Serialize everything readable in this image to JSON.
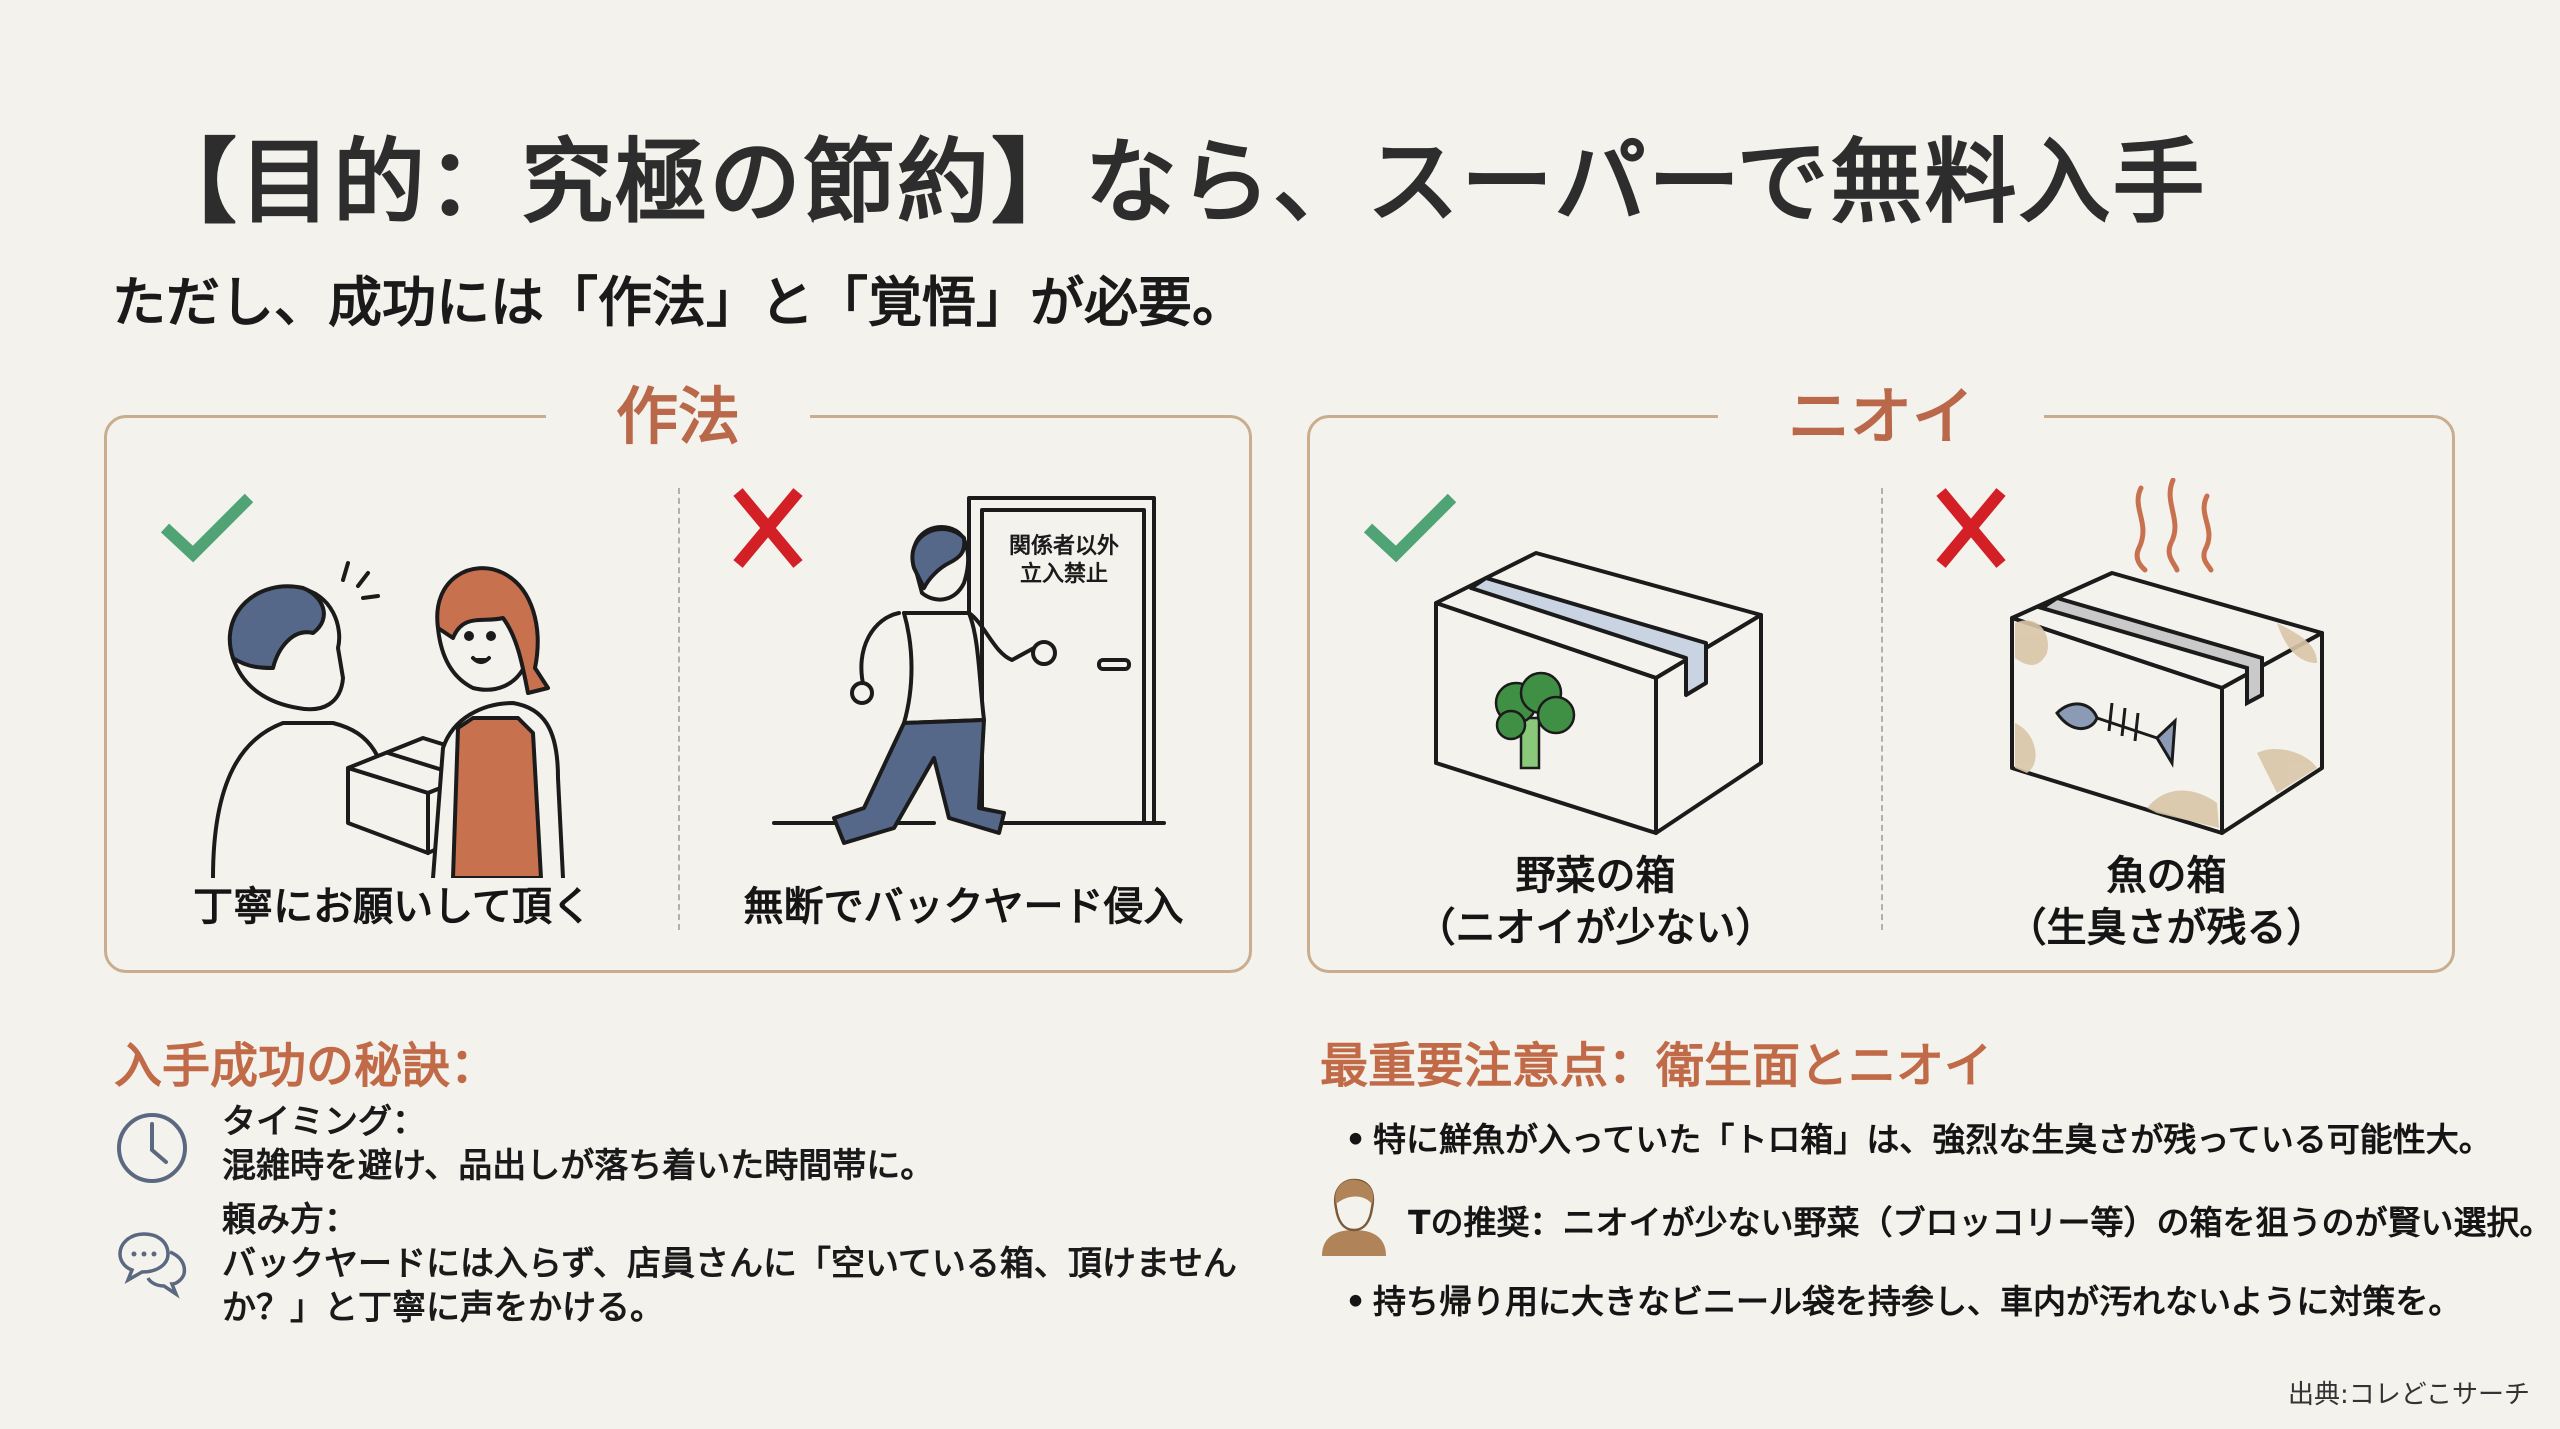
{
  "header": {
    "title": "【目的：究極の節約】なら、スーパーで無料入手",
    "subtitle": "ただし、成功には「作法」と「覚悟」が必要。"
  },
  "colors": {
    "background": "#f4f2ed",
    "accent": "#c06a48",
    "panel_border": "#c9ad8e",
    "good": "#4fa374",
    "bad": "#d31f26"
  },
  "panels": [
    {
      "title": "作法",
      "items": [
        {
          "verdict": "good",
          "icon": "check-icon",
          "illustration": "customer-receiving-box-from-staff",
          "caption": "丁寧にお願いして頂く"
        },
        {
          "verdict": "bad",
          "icon": "cross-icon",
          "illustration": "man-entering-staff-only-door",
          "door_sign": [
            "関係者以外",
            "立入禁止"
          ],
          "caption": "無断でバックヤード侵入"
        }
      ]
    },
    {
      "title": "ニオイ",
      "items": [
        {
          "verdict": "good",
          "icon": "check-icon",
          "illustration": "vegetable-box-broccoli",
          "caption_line1": "野菜の箱",
          "caption_line2": "（ニオイが少ない）"
        },
        {
          "verdict": "bad",
          "icon": "cross-icon",
          "illustration": "stained-fish-box-with-odor",
          "caption_line1": "魚の箱",
          "caption_line2": "（生臭さが残る）"
        }
      ]
    }
  ],
  "tips": {
    "title": "入手成功の秘訣：",
    "items": [
      {
        "icon": "clock-icon",
        "label": "タイミング：",
        "text": "混雑時を避け、品出しが落ち着いた時間帯に。"
      },
      {
        "icon": "chat-bubbles-icon",
        "label": "頼み方：",
        "text": "バックヤードには入らず、店員さんに「空いている箱、頂けませんか？」と丁寧に声をかける。"
      }
    ]
  },
  "cautions": {
    "title": "最重要注意点：衛生面とニオイ",
    "bullets": [
      "特に鮮魚が入っていた「トロ箱」は、強烈な生臭さが残っている可能性大。",
      "持ち帰り用に大きなビニール袋を持参し、車内が汚れないように対策を。"
    ],
    "recommendation": {
      "icon": "person-icon",
      "text": "Tの推奨：ニオイが少ない野菜（ブロッコリー等）の箱を狙うのが賢い選択。"
    }
  },
  "footer": {
    "source": "出典:コレどこサーチ"
  }
}
